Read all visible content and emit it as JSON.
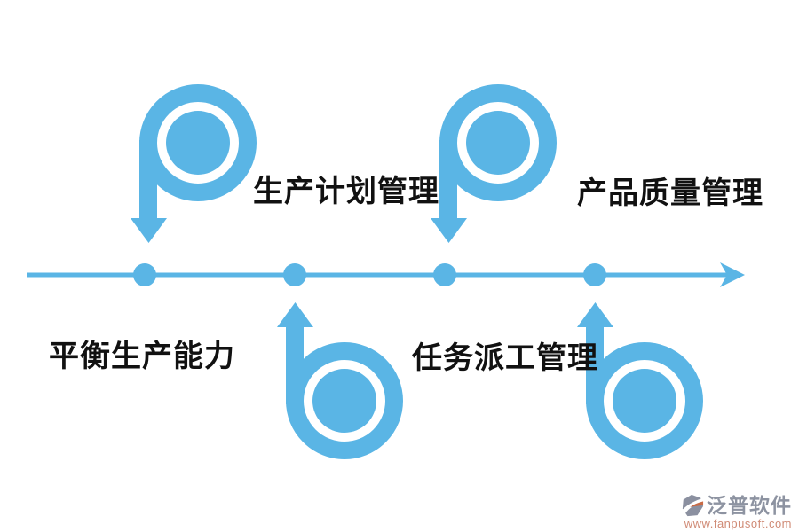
{
  "colors": {
    "accent_blue": "#5ab5e5",
    "label_text": "#111111",
    "watermark_brand_gray": "#8d93a1",
    "watermark_url_salmon": "#d08b76",
    "logo_gray": "#8b90a0",
    "logo_orange": "#c96a45"
  },
  "timeline": {
    "direction": "left-to-right",
    "node_count": 4
  },
  "labels": [
    {
      "id": "production-plan",
      "text": "生产计划管理",
      "row": "top"
    },
    {
      "id": "product-quality",
      "text": "产品质量管理",
      "row": "top"
    },
    {
      "id": "balance-capacity",
      "text": "平衡生产能力",
      "row": "bottom"
    },
    {
      "id": "task-dispatch",
      "text": "任务派工管理",
      "row": "bottom"
    }
  ],
  "icons": [
    {
      "name": "loop-arrow-down-icon",
      "count": 2
    },
    {
      "name": "loop-arrow-up-icon",
      "count": 2
    }
  ],
  "watermark": {
    "brand": "泛普软件",
    "url": "www.fanpusoft.com"
  }
}
